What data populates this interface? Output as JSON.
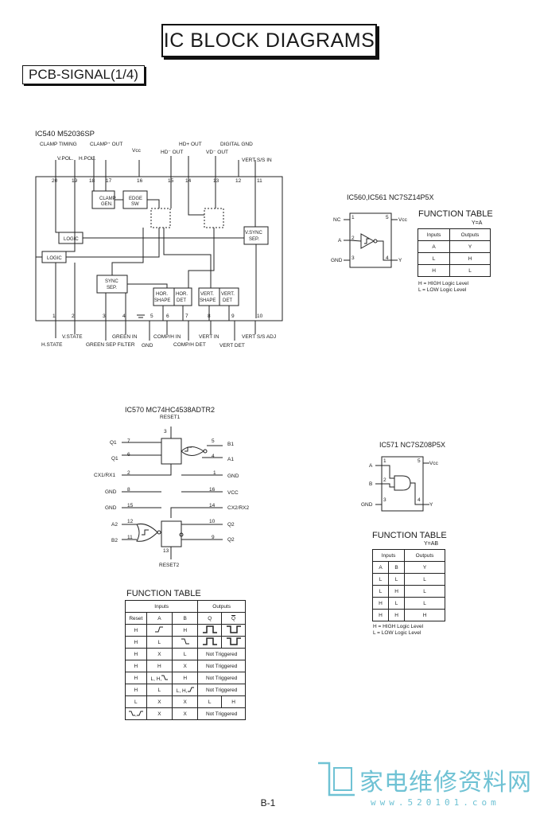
{
  "header": {
    "title": "IC BLOCK DIAGRAMS",
    "section": "PCB-SIGNAL(1/4)"
  },
  "ic540": {
    "title": "IC540  M52036SP",
    "top_labels": [
      "CLAMP TIMING",
      "CLAMP⁺ OUT",
      "V.POL.",
      "H.POL.",
      "Vcc",
      "HD⁻ OUT",
      "HD+ OUT",
      "VD⁻ OUT",
      "DIGITAL GND",
      "VERT S/S IN"
    ],
    "top_pins": [
      "20",
      "19",
      "18",
      "17",
      "16",
      "15",
      "14",
      "13",
      "12",
      "11"
    ],
    "bottom_pins": [
      "1",
      "2",
      "3",
      "4",
      "5",
      "6",
      "7",
      "8",
      "9",
      "10"
    ],
    "bottom_labels": [
      "H.STATE",
      "V.STATE",
      "GREEN SEP FILTER",
      "GREEN IN",
      "GND",
      "COMP/H IN",
      "COMP/H DET",
      "VERT IN",
      "VERT DET",
      "VERT S/S ADJ"
    ],
    "blocks": [
      "CLAMP GEN.",
      "EDGE SW",
      "LOGIC",
      "LOGIC",
      "SYNC SEP.",
      "HOR. SHAPE",
      "HOR. DET",
      "VERT. SHAPE",
      "VERT. DET",
      "V.SYNC SEP."
    ]
  },
  "ic560": {
    "title": "IC560,IC561  NC7SZ14P5X",
    "pins": {
      "nc": "NC",
      "a": "A",
      "gnd": "GND",
      "vcc": "Vcc",
      "y": "Y",
      "p1": "1",
      "p2": "2",
      "p3": "3",
      "p4": "4",
      "p5": "5"
    },
    "ft_title": "FUNCTION TABLE",
    "equation": "Y=A",
    "headers": [
      "Inputs",
      "Outputs"
    ],
    "rows": [
      [
        "A",
        "Y"
      ],
      [
        "L",
        "H"
      ],
      [
        "H",
        "L"
      ]
    ],
    "legend": [
      "H = HIGH Logic Level",
      "L = LOW Logic Level"
    ]
  },
  "ic570": {
    "title": "IC570  MC74HC4538ADTR2",
    "reset1": "RESET1",
    "reset2": "RESET2",
    "left_labels": [
      "Q1",
      "Q1",
      "CX1/RX1",
      "GND",
      "GND",
      "A2",
      "B2"
    ],
    "left_pins": [
      "7",
      "6",
      "2",
      "8",
      "15",
      "12",
      "11"
    ],
    "right_labels": [
      "B1",
      "A1",
      "GND",
      "VCC",
      "CX2/RX2",
      "Q2",
      "Q2"
    ],
    "right_pins": [
      "5",
      "4",
      "1",
      "16",
      "14",
      "10",
      "9"
    ],
    "top_pin": "3",
    "bottom_pin": "13",
    "ft_title": "FUNCTION TABLE",
    "header_inputs": "Inputs",
    "header_outputs": "Outputs",
    "cols": [
      "Reset",
      "A",
      "B",
      "Q",
      "Q"
    ],
    "rows": [
      [
        "H",
        "",
        "H",
        "",
        ""
      ],
      [
        "H",
        "L",
        "",
        "",
        ""
      ],
      [
        "H",
        "X",
        "L",
        "Not Triggered",
        ""
      ],
      [
        "H",
        "H",
        "X",
        "Not Triggered",
        ""
      ],
      [
        "H",
        "L, H,",
        "H",
        "Not Triggered",
        ""
      ],
      [
        "H",
        "L",
        "L, H,",
        "Not Triggered",
        ""
      ],
      [
        "L",
        "X",
        "X",
        "L",
        "H"
      ],
      [
        ",",
        "X",
        "X",
        "Not Triggered",
        ""
      ]
    ]
  },
  "ic571": {
    "title": "IC571  NC7SZ08P5X",
    "pins": {
      "a": "A",
      "b": "B",
      "gnd": "GND",
      "vcc": "Vcc",
      "y": "Y",
      "p1": "1",
      "p2": "2",
      "p3": "3",
      "p4": "4",
      "p5": "5"
    },
    "ft_title": "FUNCTION TABLE",
    "equation": "Y=AB",
    "headers": [
      "Inputs",
      "Outputs"
    ],
    "cols": [
      "A",
      "B",
      "Y"
    ],
    "rows": [
      [
        "L",
        "L",
        "L"
      ],
      [
        "L",
        "H",
        "L"
      ],
      [
        "H",
        "L",
        "L"
      ],
      [
        "H",
        "H",
        "H"
      ]
    ],
    "legend": [
      "H = HIGH Logic Level",
      "L = LOW Logic Level"
    ]
  },
  "footer": {
    "page": "B-1"
  },
  "watermark": {
    "text": "家电维修资料网",
    "url": "www.520101.com"
  }
}
